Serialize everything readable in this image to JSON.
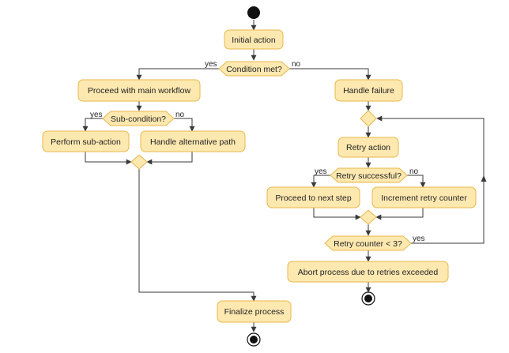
{
  "nodes": {
    "initial_action": "Initial action",
    "condition_met": "Condition met?",
    "proceed_main": "Proceed with main workflow",
    "handle_failure": "Handle failure",
    "sub_condition": "Sub-condition?",
    "perform_sub": "Perform sub-action",
    "handle_alternative": "Handle alternative path",
    "retry_action": "Retry action",
    "retry_successful": "Retry successful?",
    "proceed_next": "Proceed to next step",
    "increment_retry": "Increment retry counter",
    "retry_counter_check": "Retry counter < 3?",
    "abort_process": "Abort process due to retries exceeded",
    "finalize_process": "Finalize process"
  },
  "branches": {
    "yes": "yes",
    "no": "no"
  }
}
